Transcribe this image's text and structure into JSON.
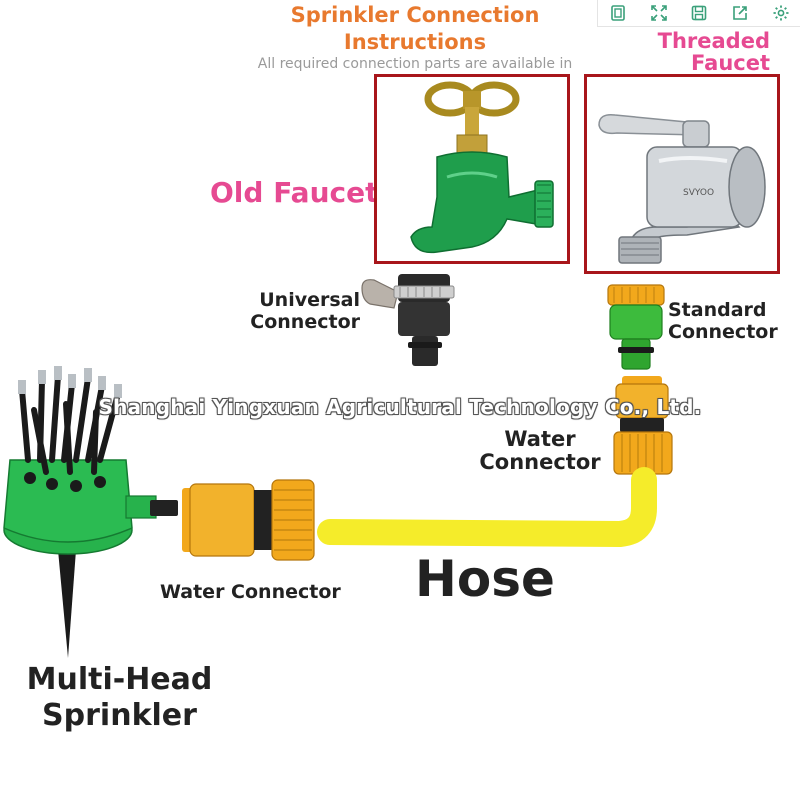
{
  "header": {
    "title": "Sprinkler Connection Instructions",
    "subtitle": "All required connection parts are available in our store"
  },
  "toolbar": {
    "icons": [
      "copy-icon",
      "expand-icon",
      "save-icon",
      "share-icon",
      "settings-icon"
    ]
  },
  "labels": {
    "old_faucet": "Old Faucet",
    "threaded_faucet": "Threaded Faucet",
    "universal_connector": "Universal Connector",
    "standard_connector": "Standard Connector",
    "water_connector_right": "Water Connector",
    "water_connector_left": "Water Connector",
    "hose": "Hose",
    "multi_head_sprinkler": "Multi-Head Sprinkler",
    "faucet_brand": "SVYOO"
  },
  "watermark": "Shanghai Yingxuan Agricultural Technology Co., Ltd.",
  "colors": {
    "title_orange": "#e8792e",
    "label_pink": "#e64a92",
    "frame_red": "#a8161b",
    "hose_yellow": "#f5ec2a",
    "connector_yellow": "#f2a81c",
    "connector_green": "#3dbb3d",
    "faucet_green": "#1f9e4c",
    "sprinkler_green": "#27b24c"
  }
}
